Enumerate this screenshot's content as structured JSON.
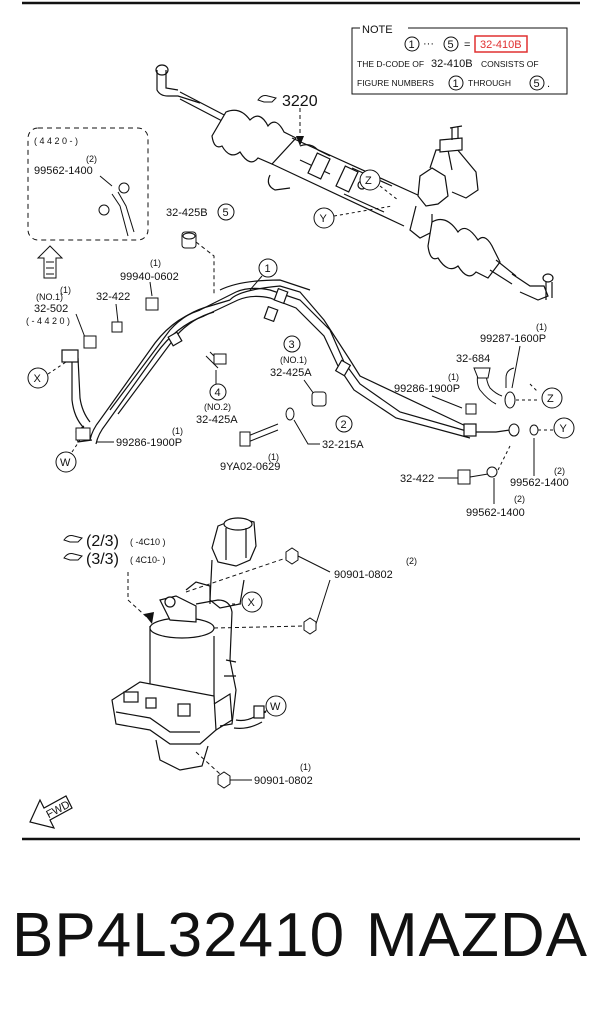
{
  "note": {
    "title": "NOTE",
    "range_from": "1",
    "range_to": "5",
    "dots": "···",
    "equals": "=",
    "code": "32-410B",
    "line1_a": "THE D-CODE OF",
    "line1_code": "32-410B",
    "line1_b": "CONSISTS OF",
    "line2_a": "FIGURE NUMBERS",
    "line2_n1": "1",
    "line2_b": "THROUGH",
    "line2_n2": "5",
    "line2_end": "."
  },
  "refs": {
    "ref_3220": "3220",
    "ref_pump_a": "(2/3)",
    "ref_pump_a_range": "( -4C10 )",
    "ref_pump_b": "(3/3)",
    "ref_pump_b_range": "( 4C10- )"
  },
  "inset": {
    "range": "( 4 4 2 0 - )",
    "qty": "(2)",
    "part": "99562-1400"
  },
  "circles": {
    "c1": "1",
    "c2": "2",
    "c3": "3",
    "c4": "4",
    "c5": "5",
    "x": "X",
    "y": "Y",
    "z": "Z",
    "w": "W"
  },
  "parts": {
    "p_32425b": "32-425B",
    "p_99940_qty": "(1)",
    "p_99940": "99940-0602",
    "p_no1": "(NO.1)",
    "p_32502": "32-502",
    "p_32502_range": "( - 4 4 2 0 )",
    "p_32422_left": "32-422",
    "p_99286_1900p_qty": "(1)",
    "p_99286_1900p": "99286-1900P",
    "p_no2": "(NO.2)",
    "p_32425a_low": "32-425A",
    "p_9ya02_qty": "(1)",
    "p_9ya02": "9YA02-0629",
    "p_no1b": "(NO.1)",
    "p_32425a_mid": "32-425A",
    "p_32215a": "32-215A",
    "p_99287_qty": "(1)",
    "p_99287": "99287-1600P",
    "p_32684": "32-684",
    "p_99286_mid_qty": "(1)",
    "p_99286_mid": "99286-1900P",
    "p_32422_right": "32-422",
    "p_99562_r_qty": "(2)",
    "p_99562_r": "99562-1400",
    "p_99562_b_qty": "(2)",
    "p_99562_b": "99562-1400",
    "p_90901_top_qty": "(2)",
    "p_90901_top": "90901-0802",
    "p_90901_bot_qty": "(1)",
    "p_90901_bot": "90901-0802",
    "fwd": "FWD"
  },
  "caption": {
    "part_number": "BP4L32410",
    "brand": "MAZDA"
  },
  "colors": {
    "highlight": "#e03030",
    "ink": "#111111"
  }
}
